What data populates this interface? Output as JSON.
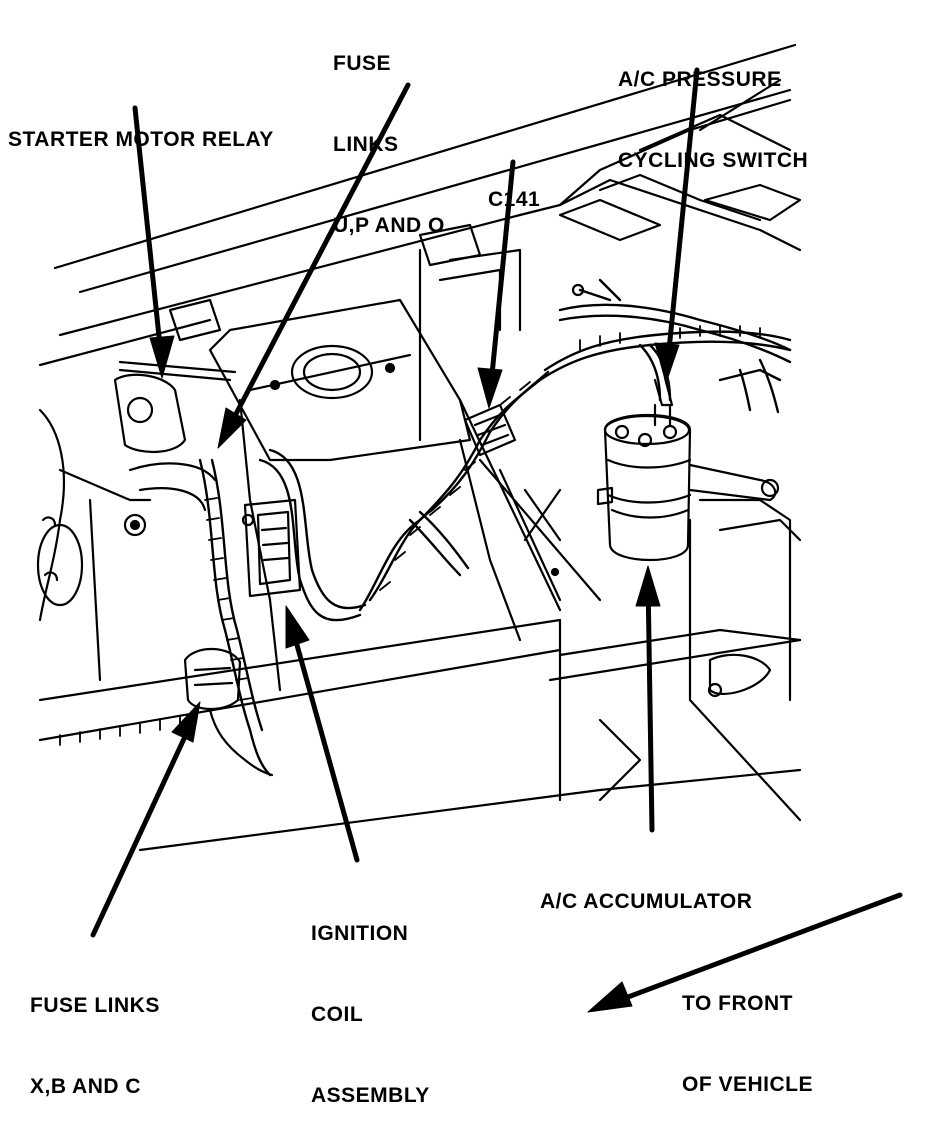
{
  "labels": {
    "fuse_links_upo": [
      "FUSE",
      "LINKS",
      "U,P AND O"
    ],
    "starter_motor_relay": "STARTER MOTOR RELAY",
    "c141": "C141",
    "ac_pressure_cycling_switch": [
      "A/C PRESSURE",
      "CYCLING SWITCH"
    ],
    "ac_accumulator": "A/C ACCUMULATOR",
    "ignition_coil_assembly": [
      "IGNITION",
      "COIL",
      "ASSEMBLY"
    ],
    "fuse_links_xbc": [
      "FUSE LINKS",
      "X,B AND C"
    ],
    "to_front_of_vehicle": [
      "TO FRONT",
      "OF VEHICLE"
    ]
  },
  "colors": {
    "ink": "#000000",
    "paper": "#ffffff"
  }
}
